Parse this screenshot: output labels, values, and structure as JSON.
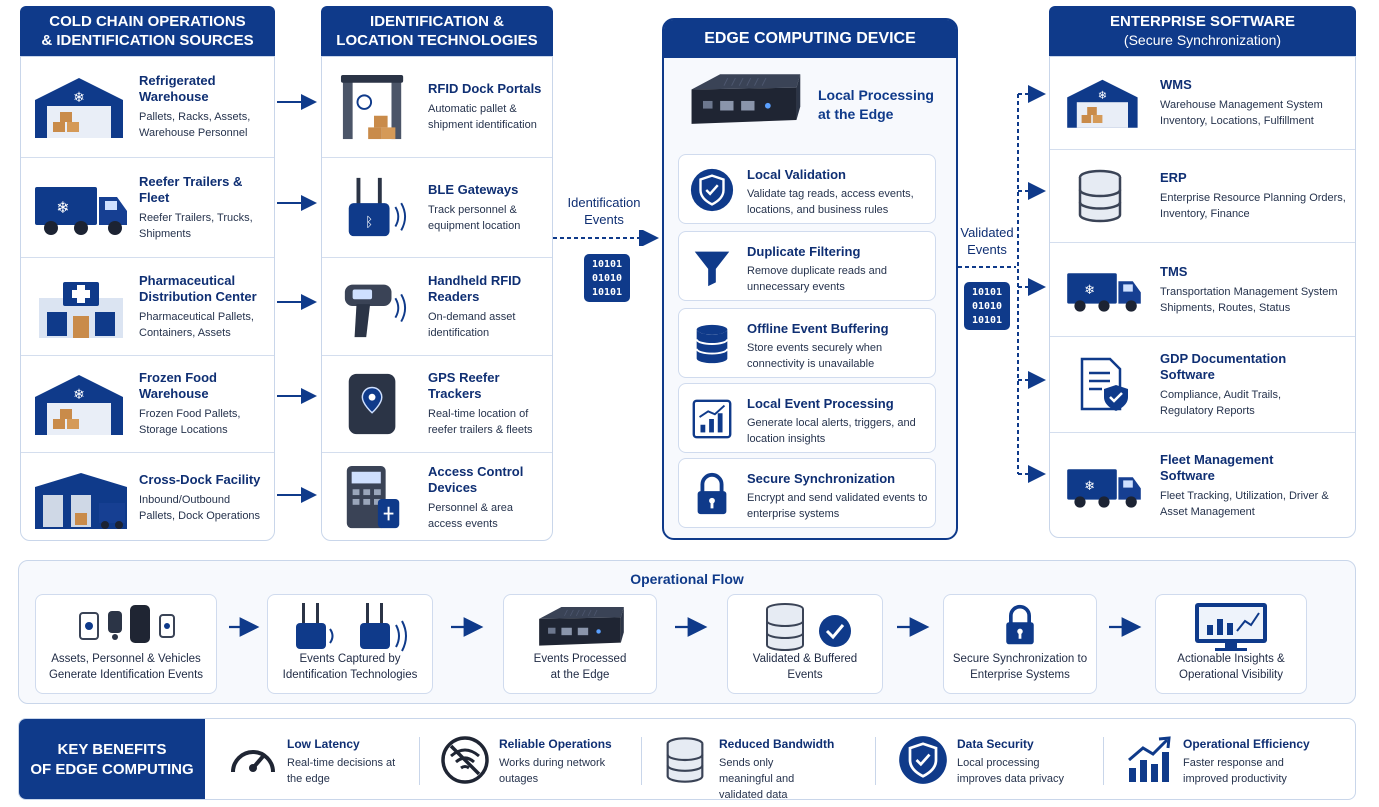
{
  "colors": {
    "navy": "#0f3a8a",
    "dark_navy": "#0f2f73",
    "border": "#c9d6ea",
    "panel": "#f7f9fd"
  },
  "sources": {
    "title_line1": "COLD CHAIN OPERATIONS",
    "title_line2": "& IDENTIFICATION SOURCES",
    "items": [
      {
        "title": "Refrigerated Warehouse",
        "desc": "Pallets, Racks, Assets, Warehouse Personnel",
        "icon": "warehouse-forklift-icon"
      },
      {
        "title": "Reefer Trailers & Fleet",
        "desc": "Reefer Trailers, Trucks, Shipments",
        "icon": "reefer-truck-icon"
      },
      {
        "title": "Pharmaceutical Distribution Center",
        "desc": "Pharmaceutical Pallets, Containers, Assets",
        "icon": "pharma-building-icon"
      },
      {
        "title": "Frozen Food Warehouse",
        "desc": "Frozen Food Pallets, Storage Locations",
        "icon": "frozen-warehouse-icon"
      },
      {
        "title": "Cross-Dock Facility",
        "desc": "Inbound/Outbound Pallets, Dock Operations",
        "icon": "cross-dock-icon"
      }
    ]
  },
  "technologies": {
    "title_line1": "IDENTIFICATION &",
    "title_line2": "LOCATION TECHNOLOGIES",
    "items": [
      {
        "title": "RFID Dock Portals",
        "desc": "Automatic pallet & shipment identification",
        "icon": "rfid-portal-icon"
      },
      {
        "title": "BLE Gateways",
        "desc": "Track personnel & equipment location",
        "icon": "ble-gateway-icon"
      },
      {
        "title": "Handheld RFID Readers",
        "desc": "On-demand asset identification",
        "icon": "handheld-reader-icon"
      },
      {
        "title": "GPS Reefer Trackers",
        "desc": "Real-time location of reefer trailers & fleets",
        "icon": "gps-tracker-icon"
      },
      {
        "title": "Access Control Devices",
        "desc": "Personnel & area access events",
        "icon": "access-control-icon"
      }
    ]
  },
  "flow_left": {
    "label_line1": "Identification",
    "label_line2": "Events",
    "binary": [
      "10101",
      "01010",
      "10101"
    ]
  },
  "flow_right": {
    "label_line1": "Validated",
    "label_line2": "Events",
    "binary": [
      "10101",
      "01010",
      "10101"
    ]
  },
  "edge": {
    "title": "EDGE COMPUTING DEVICE",
    "subtitle_line1": "Local Processing",
    "subtitle_line2": "at the Edge",
    "items": [
      {
        "title": "Local Validation",
        "desc": "Validate tag reads, access events, locations, and business rules",
        "icon": "shield-check-icon"
      },
      {
        "title": "Duplicate Filtering",
        "desc": "Remove duplicate reads and unnecessary events",
        "icon": "funnel-icon"
      },
      {
        "title": "Offline Event Buffering",
        "desc": "Store events securely when connectivity is unavailable",
        "icon": "database-icon"
      },
      {
        "title": "Local Event Processing",
        "desc": "Generate local alerts, triggers, and location insights",
        "icon": "analytics-icon"
      },
      {
        "title": "Secure Synchronization",
        "desc": "Encrypt and send validated events to enterprise systems",
        "icon": "lock-icon"
      }
    ]
  },
  "enterprise": {
    "title_line1": "ENTERPRISE SOFTWARE",
    "title_line2": "(Secure Synchronization)",
    "items": [
      {
        "title": "WMS",
        "desc": "Warehouse Management System Inventory, Locations, Fulfillment",
        "icon": "warehouse-icon"
      },
      {
        "title": "ERP",
        "desc": "Enterprise Resource Planning Orders, Inventory, Finance",
        "icon": "database-stack-icon"
      },
      {
        "title": "TMS",
        "desc": "Transportation Management System Shipments, Routes, Status",
        "icon": "truck-icon"
      },
      {
        "title": "GDP Documentation Software",
        "desc": "Compliance, Audit Trails, Regulatory Reports",
        "icon": "document-shield-icon"
      },
      {
        "title": "Fleet Management Software",
        "desc": "Fleet Tracking, Utilization, Driver & Asset Management",
        "icon": "fleet-truck-icon"
      }
    ]
  },
  "operational_flow": {
    "title": "Operational Flow",
    "steps": [
      {
        "label": "Assets, Personnel & Vehicles Generate Identification Events",
        "icon": "tags-icon"
      },
      {
        "label": "Events Captured by Identification Technologies",
        "icon": "gateways-icon"
      },
      {
        "label": "Events Processed at the Edge",
        "icon": "edge-device-icon"
      },
      {
        "label": "Validated & Buffered Events",
        "icon": "database-check-icon"
      },
      {
        "label": "Secure Synchronization to Enterprise Systems",
        "icon": "lock-icon"
      },
      {
        "label": "Actionable Insights & Operational Visibility",
        "icon": "monitor-chart-icon"
      }
    ]
  },
  "benefits": {
    "title_line1": "KEY BENEFITS",
    "title_line2": "OF EDGE COMPUTING",
    "items": [
      {
        "title": "Low Latency",
        "desc": "Real-time decisions at the edge",
        "icon": "gauge-icon"
      },
      {
        "title": "Reliable Operations",
        "desc": "Works during network outages",
        "icon": "no-wifi-icon"
      },
      {
        "title": "Reduced Bandwidth",
        "desc": "Sends only meaningful and validated data",
        "icon": "database-icon"
      },
      {
        "title": "Data Security",
        "desc": "Local processing improves data privacy",
        "icon": "shield-check-icon"
      },
      {
        "title": "Operational Efficiency",
        "desc": "Faster response and improved productivity",
        "icon": "growth-chart-icon"
      }
    ]
  }
}
